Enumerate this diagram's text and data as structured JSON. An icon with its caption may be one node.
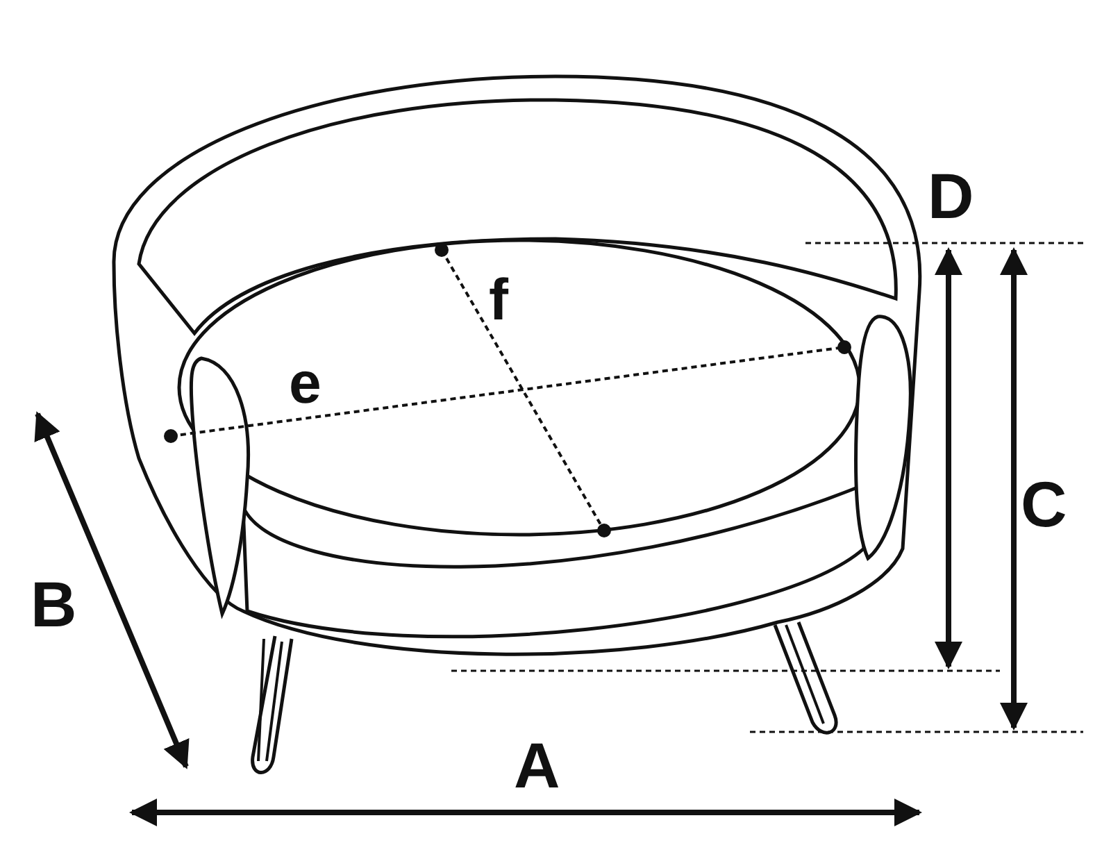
{
  "diagram": {
    "labels": [
      "D",
      "f",
      "e",
      "C",
      "B",
      "A"
    ]
  }
}
